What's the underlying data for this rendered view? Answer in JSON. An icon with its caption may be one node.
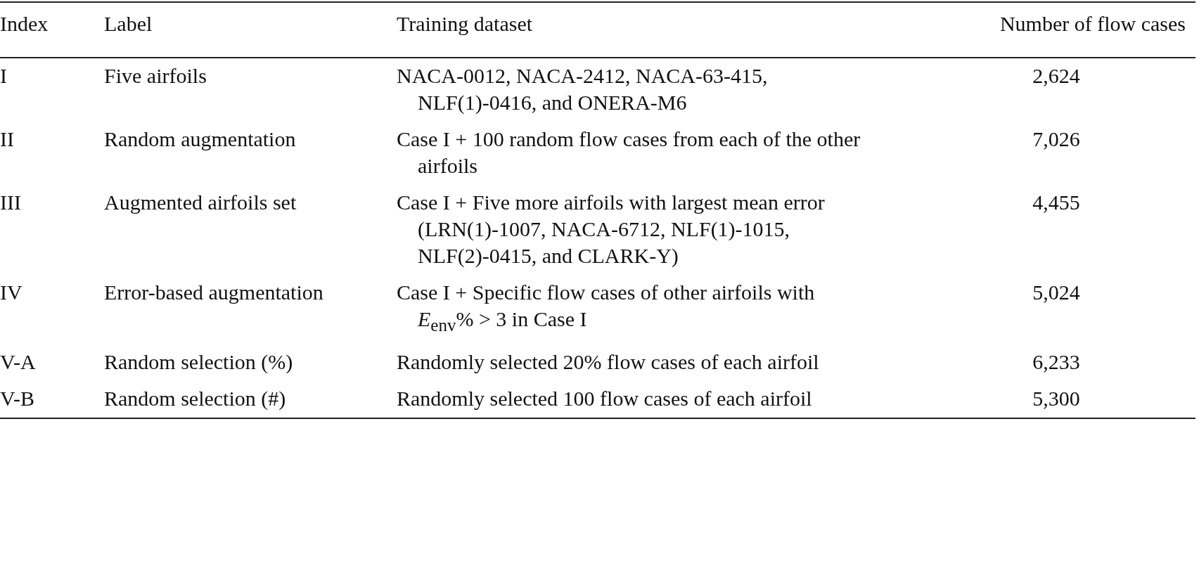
{
  "diagram": {
    "labels": [
      "Index",
      "Label",
      "Training dataset",
      "Number of flow cases",
      "I",
      "Five airfoils",
      "NACA-0012, NACA-2412, NACA-63-415, NLF(1)-0416, and ONERA-M6",
      "2,624",
      "II",
      "Random augmentation",
      "Case I + 100 random flow cases from each of the other airfoils",
      "7,026",
      "III",
      "Augmented airfoils set",
      "Case I + Five more airfoils with largest mean error (LRN(1)-1007, NACA-6712, NLF(1)-1015, NLF(2)-0415, and CLARK-Y)",
      "4,455",
      "IV",
      "Error-based augmentation",
      "Case I + Specific flow cases of other airfoils with *E*$_{env}$% > 3 in Case I",
      "5,024",
      "V-A",
      "Random selection (%)",
      "Randomly selected 20% flow cases of each airfoil",
      "6,233",
      "V-B",
      "Random selection (#)",
      "Randomly selected 100 flow cases of each airfoil",
      "5,300"
    ]
  }
}
